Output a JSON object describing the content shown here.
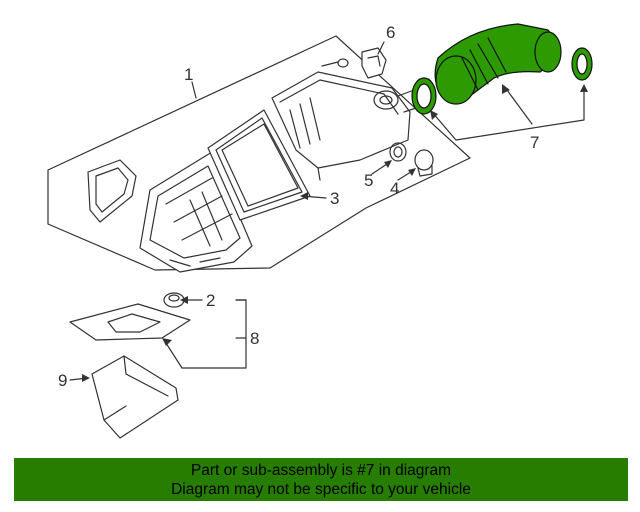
{
  "callouts": {
    "c1": "1",
    "c2": "2",
    "c3": "3",
    "c4": "4",
    "c5": "5",
    "c6": "6",
    "c7": "7",
    "c8": "8",
    "c9": "9"
  },
  "banner": {
    "line1": "Part or sub-assembly is #7 in diagram",
    "line2": "Diagram may not be specific to your vehicle"
  },
  "colors": {
    "highlight": "#2c9a00",
    "banner_bg": "#267d00",
    "line": "#333333"
  }
}
